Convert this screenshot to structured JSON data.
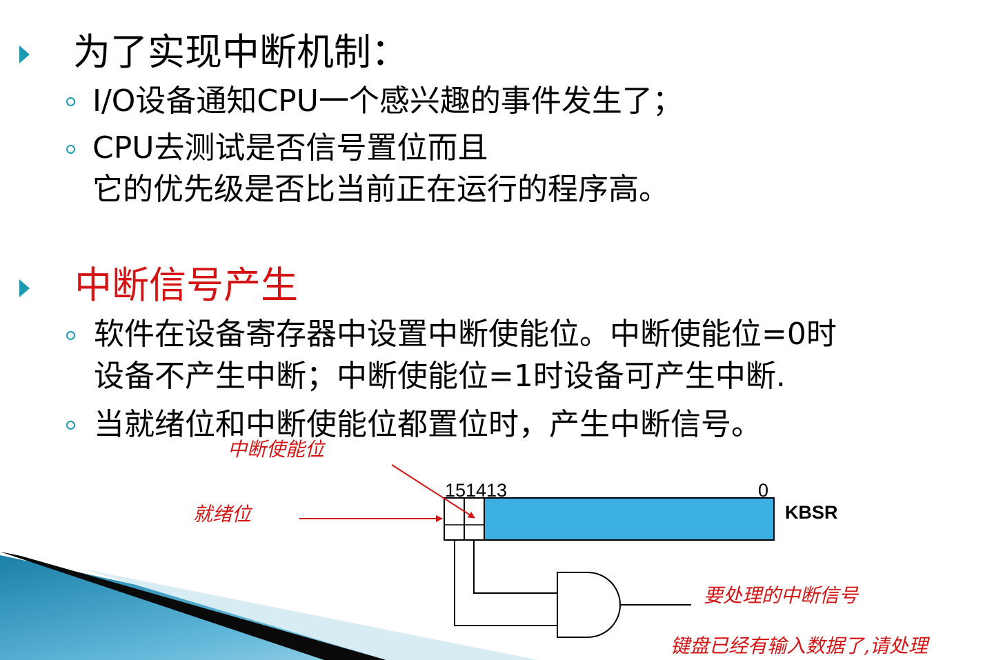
{
  "bullets": {
    "b1": {
      "heading": "为了实现中断机制：",
      "sub1": "I/O设备通知CPU一个感兴趣的事件发生了；",
      "sub2_line1": "CPU去测试是否信号置位而且",
      "sub2_line2": "它的优先级是否比当前正在运行的程序高。"
    },
    "b2": {
      "heading": "中断信号产生",
      "sub1_line1": "软件在设备寄存器中设置中断使能位。中断使能位=0时",
      "sub1_line2": "设备不产生中断；中断使能位=1时设备可产生中断.",
      "sub2": "当就绪位和中断使能位都置位时，产生中断信号。"
    }
  },
  "diagram": {
    "enable_bit_label": "中断使能位",
    "ready_bit_label": "就绪位",
    "bit_15": "15",
    "bit_14": "14",
    "bit_13": "13",
    "bit_0": "0",
    "register_name": "KBSR",
    "output_label": "要处理的中断信号",
    "caption": "键盘已经有输入数据了,请处理",
    "register_color": "#3cb0e3",
    "annotation_color": "#d41414",
    "accent_color": "#1e9ab0"
  }
}
